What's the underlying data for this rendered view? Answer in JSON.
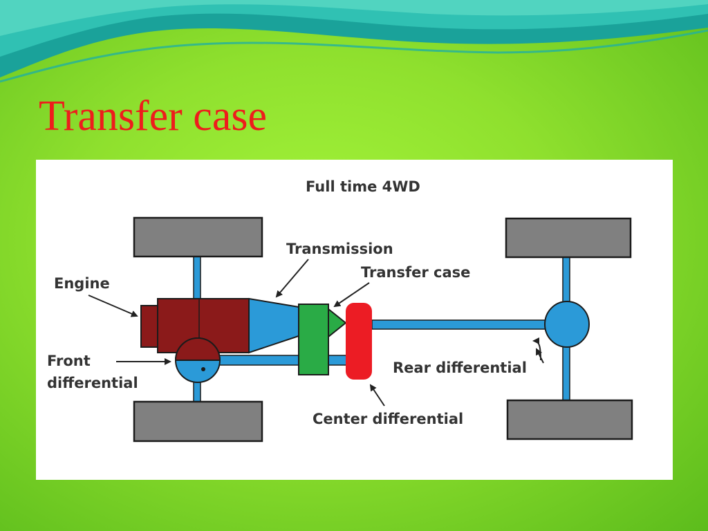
{
  "slide": {
    "title": "Transfer case",
    "colors": {
      "title": "#ee1c1c",
      "background": "#93e331",
      "wave_dark": "#1aa29a",
      "wave_light": "#35c7b7"
    }
  },
  "diagram": {
    "heading": "Full time 4WD",
    "labels": {
      "engine": "Engine",
      "transmission": "Transmission",
      "transfer_case": "Transfer case",
      "front_differential_line1": "Front",
      "front_differential_line2": "differential",
      "rear_differential": "Rear differential",
      "center_differential": "Center differential"
    },
    "colors": {
      "wheel": "#808080",
      "shaft": "#2b9ad8",
      "engine": "#8b1a1a",
      "transfer_case": "#2aab46",
      "center_differential": "#ec1c24",
      "text": "#333333"
    }
  }
}
